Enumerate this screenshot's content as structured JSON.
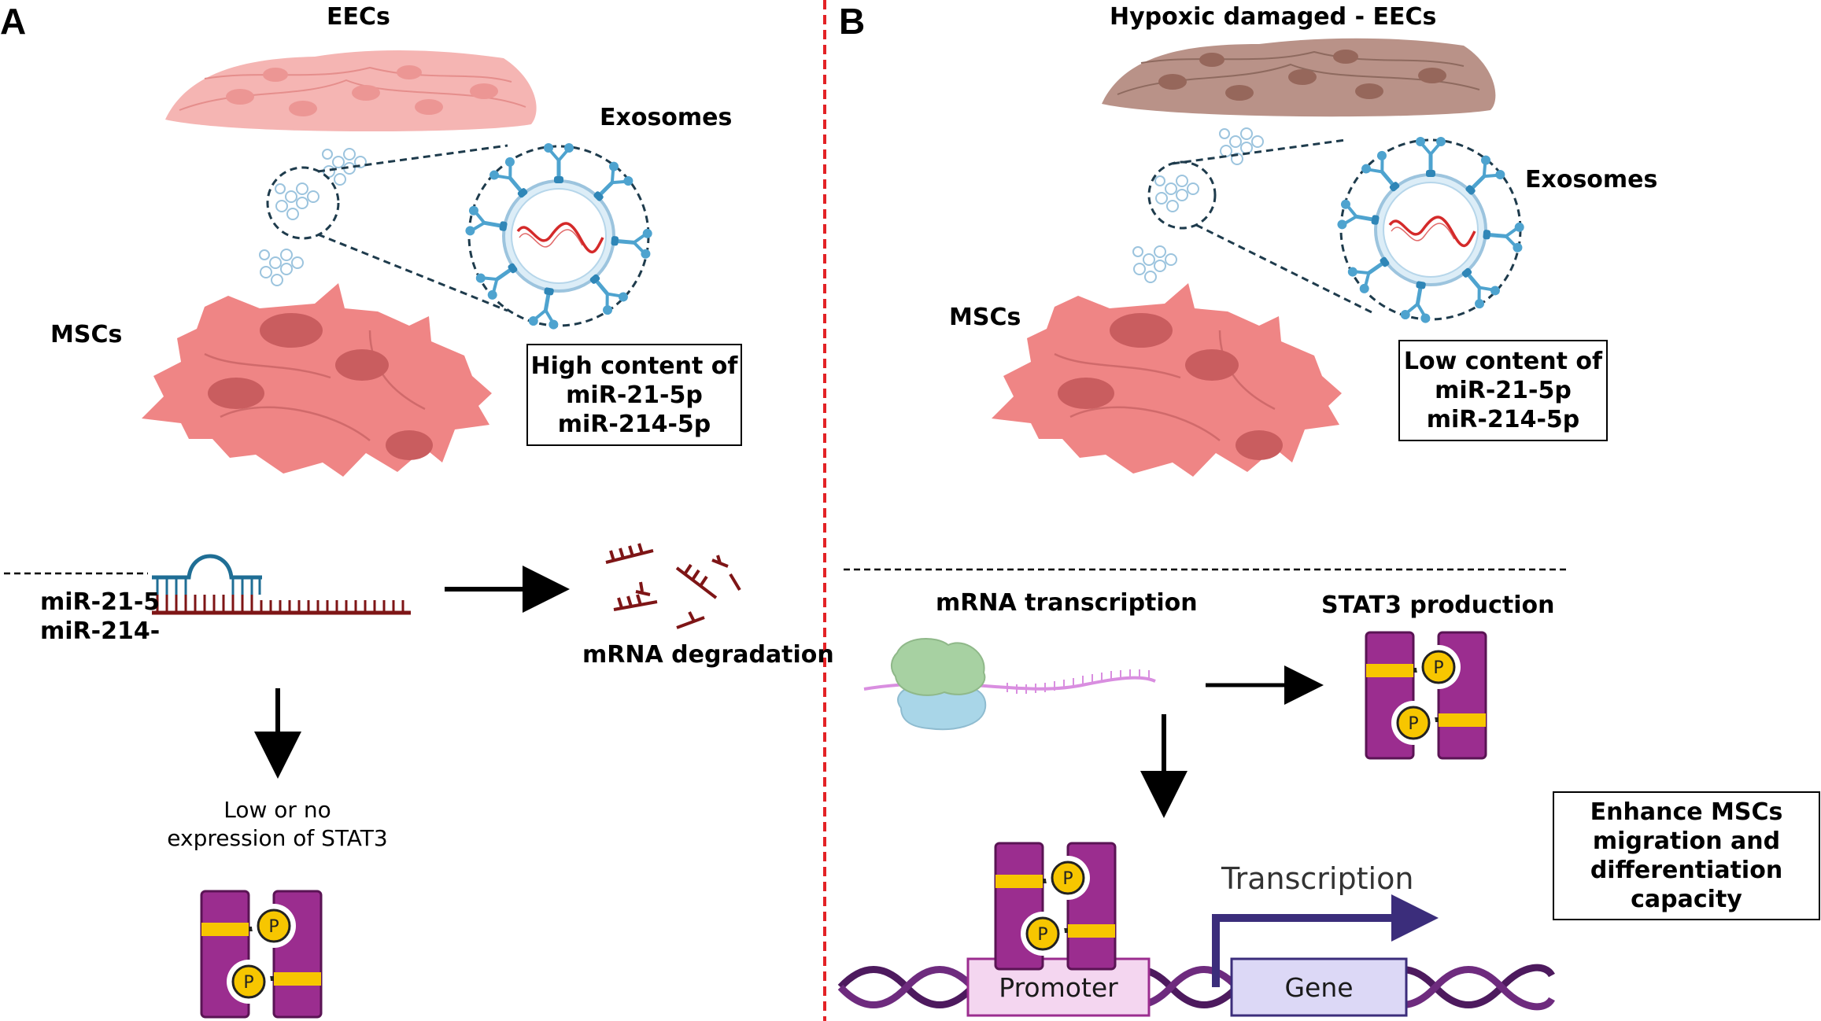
{
  "panel_a": {
    "letter": "A",
    "eec_label": "EECs",
    "exosomes_label": "Exosomes",
    "mscs_label": "MSCs",
    "content_box": [
      "High content of",
      "miR-21-5p",
      "miR-214-5p"
    ],
    "mirna_labels": [
      "miR-21-5",
      "miR-214-"
    ],
    "degradation_label": "mRNA degradation",
    "result_text": [
      "Low or no",
      "expression of STAT3"
    ]
  },
  "panel_b": {
    "letter": "B",
    "eec_label": "Hypoxic damaged - EECs",
    "exosomes_label": "Exosomes",
    "mscs_label": "MSCs",
    "content_box": [
      "Low content of",
      "miR-21-5p",
      "miR-214-5p"
    ],
    "transcription_label": "mRNA transcription",
    "production_label": "STAT3 production",
    "outcome_box": [
      "Enhance MSCs",
      "migration and",
      "differentiation",
      "capacity"
    ],
    "arrow_label": "Transcription",
    "promoter_label": "Promoter",
    "gene_label": "Gene"
  },
  "stat3_phospho_label": "P",
  "colors": {
    "divider": "#e32226",
    "eec_healthy": "#f5b5b3",
    "eec_damaged": "#b99288",
    "msc": "#ef8585",
    "msc_nucleus": "#c95d5f",
    "exosome_protein": "#4ea3cf",
    "mirna_strand": "#1f6e95",
    "mrna_strand": "#7e1516",
    "stat3_purple": "#9b2d8f",
    "stat3_yellow": "#f7c600",
    "dna_purple": "#4d1a5e",
    "promoter_fill": "#f4d6f0",
    "gene_fill": "#dcd8f6",
    "arrow_navy": "#3b2d7b"
  }
}
